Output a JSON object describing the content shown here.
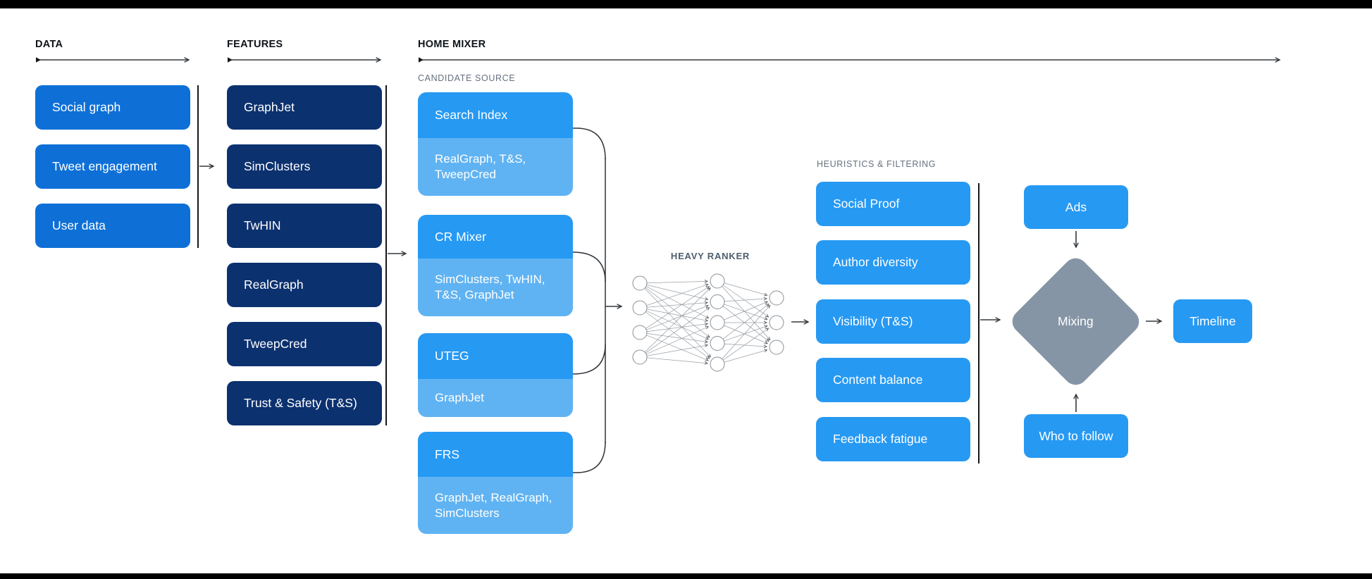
{
  "colors": {
    "data_box": "#0e70d7",
    "feature_box": "#0c316f",
    "primary_blue": "#2699f3",
    "light_blue": "#60b3f2",
    "diamond_gray": "#8695a6"
  },
  "sections": {
    "data": {
      "label": "DATA",
      "items": [
        "Social graph",
        "Tweet engagement",
        "User data"
      ]
    },
    "features": {
      "label": "FEATURES",
      "items": [
        "GraphJet",
        "SimClusters",
        "TwHIN",
        "RealGraph",
        "TweepCred",
        "Trust & Safety (T&S)"
      ]
    },
    "home_mixer": {
      "label": "HOME MIXER",
      "candidate_source": {
        "label": "CANDIDATE SOURCE",
        "groups": [
          {
            "title": "Search Index",
            "sources": "RealGraph, T&S, TweepCred"
          },
          {
            "title": "CR Mixer",
            "sources": "SimClusters, TwHIN, T&S, GraphJet"
          },
          {
            "title": "UTEG",
            "sources": "GraphJet"
          },
          {
            "title": "FRS",
            "sources": "GraphJet, RealGraph, SimClusters"
          }
        ]
      },
      "heavy_ranker": {
        "label": "HEAVY RANKER"
      },
      "heuristics": {
        "label": "HEURISTICS & FILTERING",
        "items": [
          "Social Proof",
          "Author diversity",
          "Visibility (T&S)",
          "Content balance",
          "Feedback fatigue"
        ]
      },
      "mixing": {
        "ads": "Ads",
        "diamond": "Mixing",
        "who_to_follow": "Who to follow"
      },
      "output": {
        "timeline": "Timeline"
      }
    }
  }
}
